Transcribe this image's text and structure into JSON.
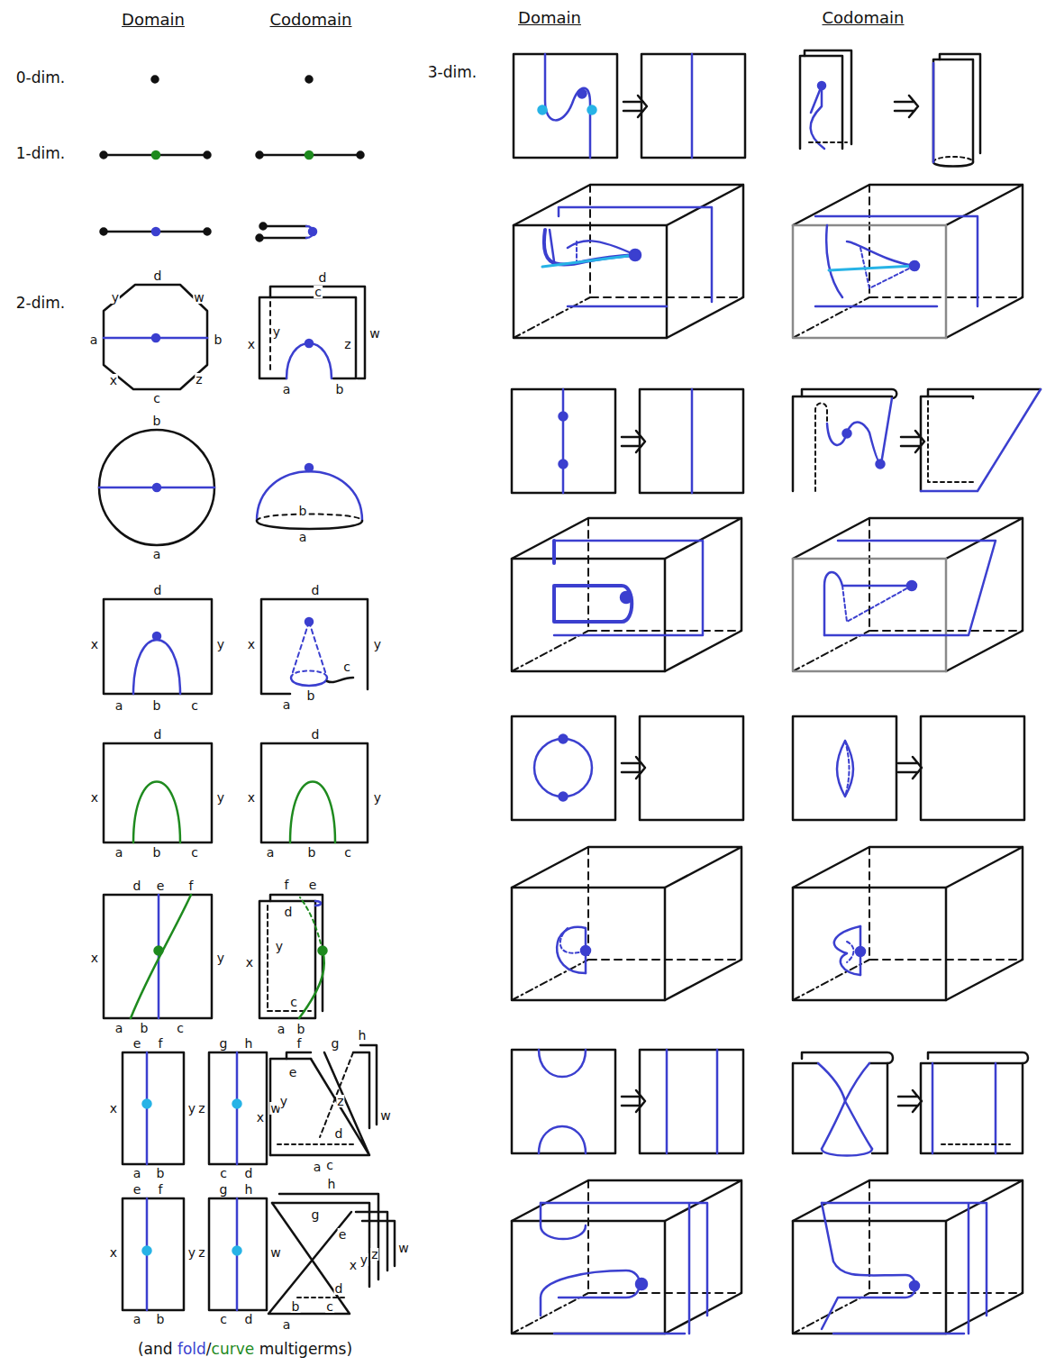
{
  "diagram": {
    "caption": "(and fold/curve multigerms)",
    "labels": [
      "Domain",
      "Codomain",
      "Domain",
      "Codomain",
      "0-dim.",
      "1-dim.",
      "2-dim.",
      "3-dim.",
      "d",
      "y",
      "w",
      "a",
      "b",
      "x",
      "z",
      "c",
      "d",
      "c",
      "x",
      "y",
      "z",
      "w",
      "a",
      "b",
      "b",
      "a",
      "b",
      "a",
      "d",
      "x",
      "y",
      "a",
      "b",
      "c",
      "d",
      "x",
      "y",
      "c",
      "b",
      "a",
      "d",
      "x",
      "y",
      "a",
      "b",
      "c",
      "d",
      "x",
      "y",
      "a",
      "b",
      "c",
      "d",
      "e",
      "f",
      "x",
      "y",
      "a",
      "b",
      "c",
      "f",
      "e",
      "d",
      "x",
      "y",
      "c",
      "a",
      "b",
      "e",
      "f",
      "x",
      "y",
      "a",
      "b",
      "g",
      "h",
      "z",
      "w",
      "c",
      "d",
      "f",
      "e",
      "h",
      "g",
      "x",
      "y",
      "z",
      "w",
      "d",
      "c",
      "a",
      "e",
      "f",
      "x",
      "y",
      "z",
      "w",
      "a",
      "b",
      "g",
      "h",
      "c",
      "d",
      "h",
      "g",
      "e",
      "x",
      "y",
      "z",
      "w",
      "d",
      "c",
      "b",
      "a"
    ]
  }
}
